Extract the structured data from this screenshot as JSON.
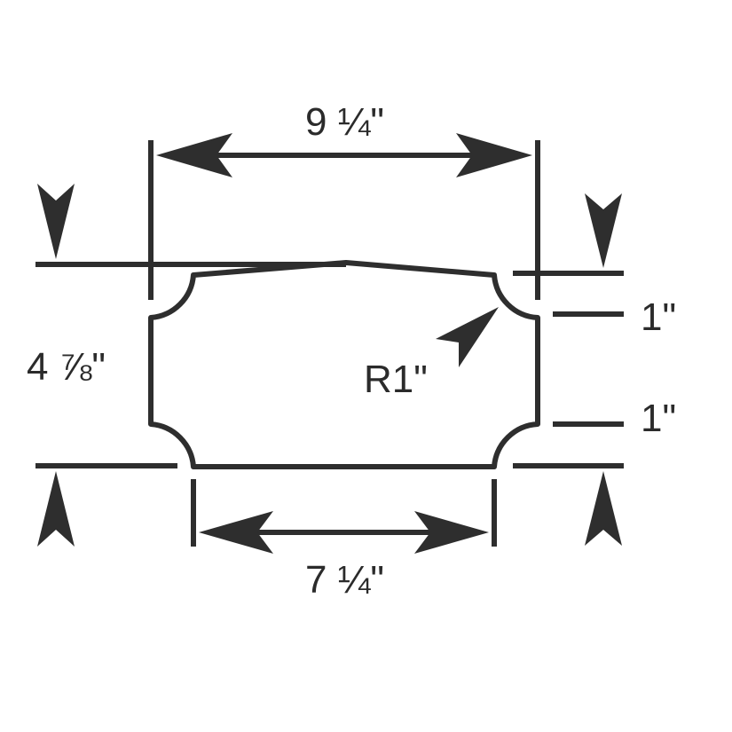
{
  "diagram": {
    "labels": {
      "top_width": "9 ¼\"",
      "bottom_width": "7 ¼\"",
      "height": "4 ⅞\"",
      "radius": "R1\"",
      "notch_top": "1\"",
      "notch_bottom": "1\""
    },
    "colors": {
      "line": "#2e2e2e",
      "background": "#ffffff"
    }
  }
}
